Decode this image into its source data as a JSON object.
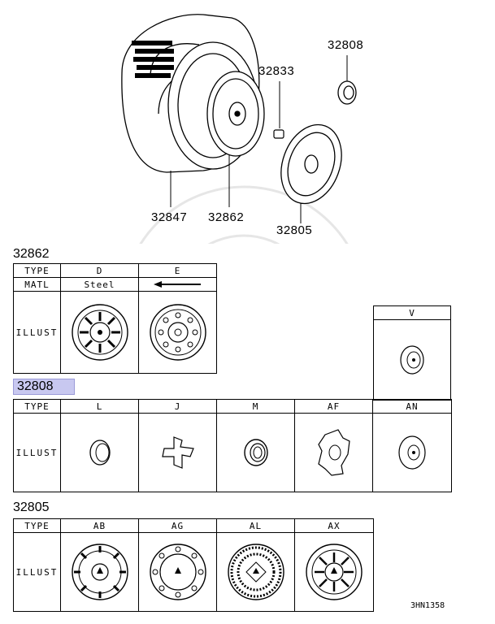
{
  "callouts": {
    "c32808": "32808",
    "c32833": "32833",
    "c32847": "32847",
    "c32862": "32862",
    "c32805": "32805"
  },
  "table_32862": {
    "section": "32862",
    "type_label": "TYPE",
    "matl_label": "MATL",
    "illust_label": "ILLUST",
    "col_d": "D",
    "col_e": "E",
    "matl_d": "Steel"
  },
  "table_v": {
    "col_v": "V"
  },
  "table_32808": {
    "section": "32808",
    "type_label": "TYPE",
    "illust_label": "ILLUST",
    "cols": [
      "L",
      "J",
      "M",
      "AF",
      "AN"
    ]
  },
  "table_32805": {
    "section": "32805",
    "type_label": "TYPE",
    "illust_label": "ILLUST",
    "cols": [
      "AB",
      "AG",
      "AL",
      "AX"
    ]
  },
  "footer": {
    "code": "3HN1358"
  }
}
